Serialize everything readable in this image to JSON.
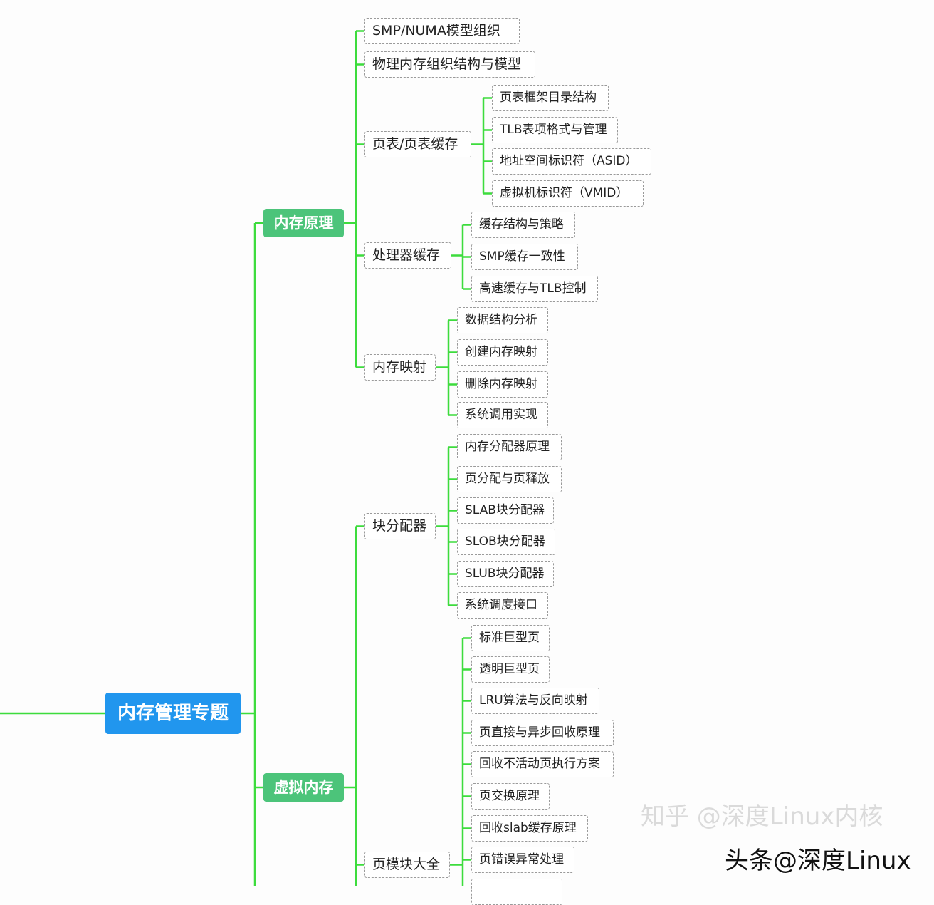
{
  "colors": {
    "root": "#2196ee",
    "branch": "#4cc47a",
    "line": "#3ddc3d",
    "border": "#9a9a9a"
  },
  "mindmap": {
    "label": "内存管理专题",
    "children": [
      {
        "label": "内存原理",
        "children": [
          {
            "label": "SMP/NUMA模型组织"
          },
          {
            "label": "物理内存组织结构与模型"
          },
          {
            "label": "页表/页表缓存",
            "children": [
              {
                "label": "页表框架目录结构"
              },
              {
                "label": "TLB表项格式与管理"
              },
              {
                "label": "地址空间标识符（ASID）"
              },
              {
                "label": "虚拟机标识符（VMID）"
              }
            ]
          },
          {
            "label": "处理器缓存",
            "children": [
              {
                "label": "缓存结构与策略"
              },
              {
                "label": "SMP缓存一致性"
              },
              {
                "label": "高速缓存与TLB控制"
              }
            ]
          },
          {
            "label": "内存映射",
            "children": [
              {
                "label": "数据结构分析"
              },
              {
                "label": "创建内存映射"
              },
              {
                "label": "删除内存映射"
              },
              {
                "label": "系统调用实现"
              }
            ]
          }
        ]
      },
      {
        "label": "虚拟内存",
        "children": [
          {
            "label": "块分配器",
            "children": [
              {
                "label": "内存分配器原理"
              },
              {
                "label": "页分配与页释放"
              },
              {
                "label": "SLAB块分配器"
              },
              {
                "label": "SLOB块分配器"
              },
              {
                "label": "SLUB块分配器"
              },
              {
                "label": "系统调度接口"
              }
            ]
          },
          {
            "label": "页模块大全",
            "children": [
              {
                "label": "标准巨型页"
              },
              {
                "label": "透明巨型页"
              },
              {
                "label": "LRU算法与反向映射"
              },
              {
                "label": "页直接与异步回收原理"
              },
              {
                "label": "回收不活动页执行方案"
              },
              {
                "label": "页交换原理"
              },
              {
                "label": "回收slab缓存原理"
              },
              {
                "label": "页错误异常处理"
              },
              {
                "label": ""
              }
            ]
          }
        ]
      }
    ]
  },
  "watermark": {
    "zhihu": "知乎 @深度Linux内核",
    "toutiao": "头条@深度Linux"
  }
}
